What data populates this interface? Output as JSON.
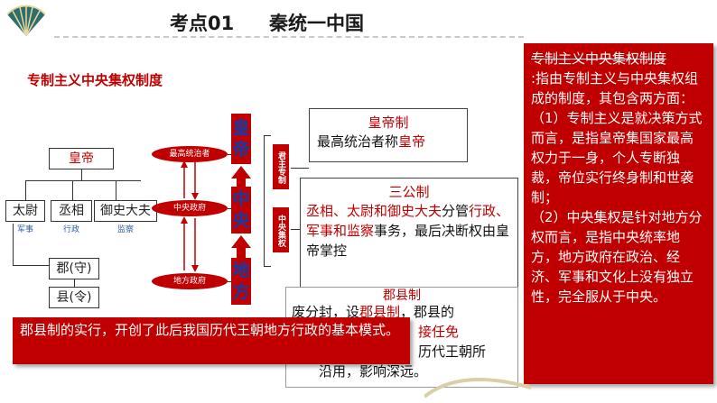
{
  "header": {
    "title_num": "考点01",
    "title_text": "秦统一中国"
  },
  "topic": "专制主义中央集权制度",
  "org_chart": {
    "emperor": "皇帝",
    "officials": [
      {
        "label": "太尉",
        "sub": "军事"
      },
      {
        "label": "丞相",
        "sub": "行政"
      },
      {
        "label": "御史大夫",
        "sub": "监察"
      }
    ],
    "commandery": "郡(守)",
    "county": "县(令)"
  },
  "hierarchy": {
    "ovals": [
      "最高统治者",
      "中央政府",
      "地方政府"
    ],
    "levels": [
      "皇帝",
      "中央",
      "地方"
    ],
    "side_labels": [
      "君主专制",
      "中央集权"
    ]
  },
  "emperor_box": {
    "title": "皇帝制",
    "text_prefix": "最高统治者称",
    "text_highlight": "皇帝"
  },
  "sangong_box": {
    "title": "三公制",
    "highlight_1": "丞相、太尉和御史大夫",
    "text_1": "分管",
    "highlight_2": "行政、军事和监察",
    "text_2": "事务，最后决断权由皇帝掌控"
  },
  "junxian_box": {
    "title": "郡县制",
    "text_1": "废分封，设",
    "highlight_1": "郡县制",
    "text_2": "，郡县的",
    "line_2_highlight": "接任免",
    "line_3_text": "历代王朝所",
    "line_4_text": "沿用，影响深远。"
  },
  "note": "郡县制的实行，开创了此后我国历代王朝地方行政的基本模式。",
  "right_panel": {
    "heading": "专制主义中央集权制度",
    "paragraphs": [
      ":指由专制主义与中央集权组成的制度，其包含两方面：",
      "（1）专制主义是就决策方式而言，是指皇帝集国家最高权力于一身，个人专断独裁，帝位实行终身制和世袭制；",
      "（2）中央集权是针对地方分权而言，是指中央统率地方，地方政府在政治、经济、军事和文化上没有独立性，完全服从于中央。"
    ]
  },
  "colors": {
    "accent": "#c00000",
    "level_text": "#0f3ea8"
  }
}
